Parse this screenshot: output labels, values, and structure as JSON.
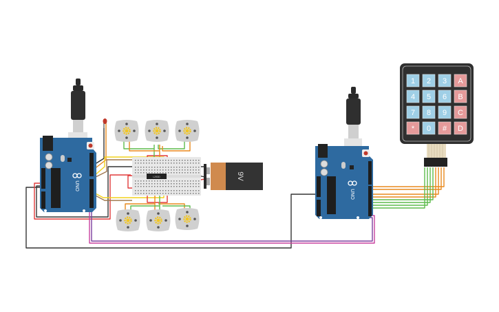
{
  "diagram": {
    "title": "Circuit schematic",
    "arduinos": [
      {
        "id": "arduino-left",
        "label": "UNO",
        "brand": "ARDUINO"
      },
      {
        "id": "arduino-right",
        "label": "UNO",
        "brand": "ARDUINO"
      }
    ],
    "battery": {
      "label": "9V"
    },
    "driver_chip": {
      "label": "L293D"
    },
    "keypad": {
      "keys": [
        [
          "1",
          "2",
          "3",
          "A"
        ],
        [
          "4",
          "5",
          "6",
          "B"
        ],
        [
          "7",
          "8",
          "9",
          "C"
        ],
        [
          "*",
          "0",
          "#",
          "D"
        ]
      ]
    },
    "motors": {
      "count": 6
    },
    "led": {
      "color": "#c0392b"
    },
    "colors": {
      "board": "#2e6aa0",
      "board_dark": "#245883",
      "key_blue": "#9fcfe6",
      "key_red": "#e59a9a",
      "keypad_body": "#2f2f2f",
      "battery_body": "#333333",
      "battery_cap": "#d08a4e",
      "motor": "#d0d0d0",
      "gear": "#f2c623",
      "wire_red": "#e03a3a",
      "wire_black": "#333333",
      "wire_yellow": "#f2d21b",
      "wire_brown": "#a0784f",
      "wire_orange": "#e8891c",
      "wire_green": "#5dbb4c",
      "wire_magenta": "#c8409e",
      "wire_purple": "#7b3f9e",
      "breadboard": "#e8e8e8"
    }
  }
}
